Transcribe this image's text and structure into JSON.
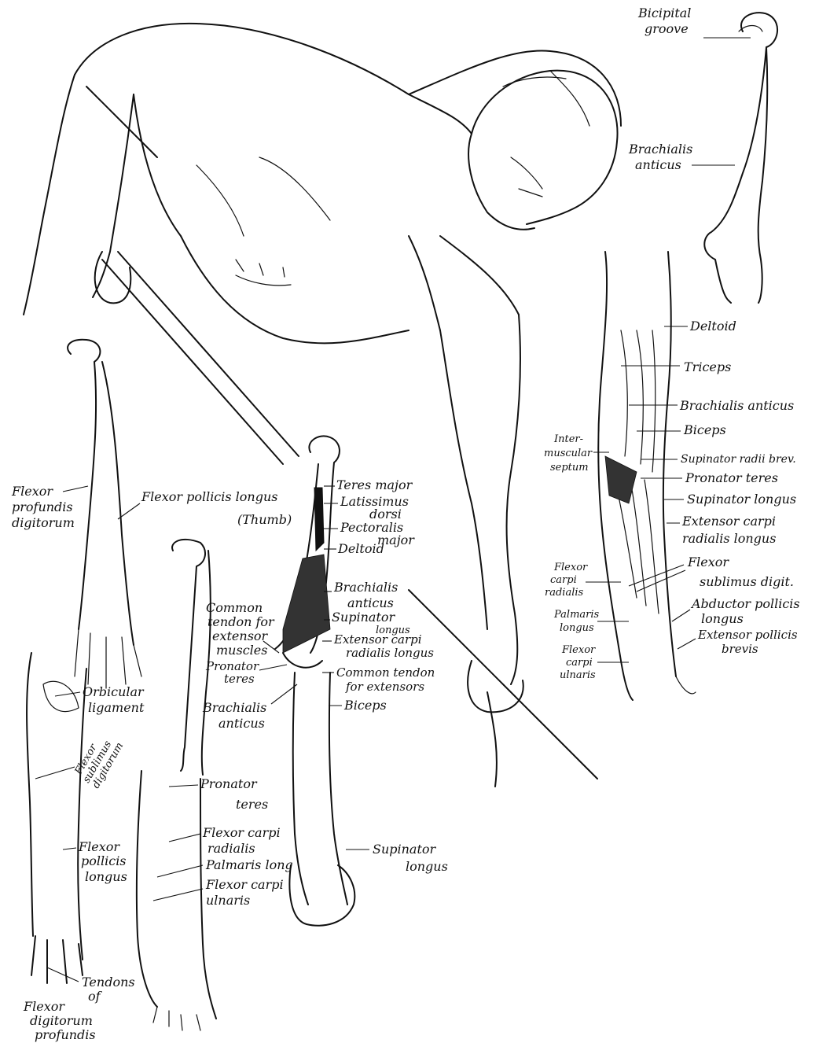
{
  "labels": {
    "bicipital_groove": [
      "Bicipital",
      "groove"
    ],
    "brachialis_anticus_top": [
      "Brachialis",
      "anticus"
    ],
    "deltoid_right": "Deltoid",
    "triceps": "Triceps",
    "brachialis_anticus_right": "Brachialis anticus",
    "biceps_right": "Biceps",
    "intermuscular_septum": [
      "Inter-",
      "muscular",
      "septum"
    ],
    "supinator_radii_brev": "Supinator radii brev.",
    "pronator_teres_right": "Pronator teres",
    "supinator_longus_right": "Supinator longus",
    "extensor_carpi_radialis_longus_right": [
      "Extensor carpi",
      "radialis longus"
    ],
    "flexor_carpi_radialis_right": [
      "Flexor",
      "carpi",
      "radialis"
    ],
    "flexor_sublimus_digit": [
      "Flexor",
      "sublimus digit."
    ],
    "palmaris_longus_right": [
      "Palmaris",
      "longus"
    ],
    "abductor_pollicis_longus": [
      "Abductor pollicis",
      "longus"
    ],
    "extensor_pollicis_brevis": [
      "Extensor pollicis",
      "brevis"
    ],
    "flexor_carpi_ulnaris_right": [
      "Flexor",
      "carpi",
      "ulnaris"
    ],
    "flexor_profundis_digitorum": [
      "Flexor",
      "profundis",
      "digitorum"
    ],
    "flexor_pollicis_longus_thumb": [
      "Flexor pollicis longus",
      "(Thumb)"
    ],
    "teres_major": "Teres major",
    "latissimus_dorsi": [
      "Latissimus",
      "dorsi"
    ],
    "pectoralis_major": [
      "Pectoralis",
      "major"
    ],
    "deltoid_center": "Deltoid",
    "brachialis_anticus_center": [
      "Brachialis",
      "anticus"
    ],
    "supinator_longus_center": [
      "Supinator",
      "longus"
    ],
    "extensor_carpi_radialis_longus_center": [
      "Extensor carpi",
      "radialis longus"
    ],
    "common_tendon_extensor_muscles": [
      "Common",
      "tendon for",
      "extensor",
      "muscles"
    ],
    "pronator_teres_center": [
      "Pronator",
      "teres"
    ],
    "common_tendon_extensors": [
      "Common tendon",
      "for extensors"
    ],
    "brachialis_anticus_lower": [
      "Brachialis",
      "anticus"
    ],
    "biceps_center": "Biceps",
    "orbicular_ligament": [
      "Orbicular",
      "ligament"
    ],
    "flexor_sublimus_digitorum": [
      "Flexor",
      "sublimus",
      "digitorum"
    ],
    "pronator_teres_lower": [
      "Pronator",
      "teres"
    ],
    "flexor_carpi_radialis_lower": [
      "Flexor carpi",
      "radialis"
    ],
    "palmaris_longus_lower": "Palmaris long",
    "flexor_carpi_ulnaris_lower": [
      "Flexor carpi",
      "ulnaris"
    ],
    "flexor_pollicis_longus_lower": [
      "Flexor",
      "pollicis",
      "longus"
    ],
    "supinator_longus_lower": [
      "Supinator",
      "longus"
    ],
    "tendons_of_flexor_digitorum_profundis": [
      "Tendons",
      "of",
      "Flexor",
      "digitorum",
      "profundis"
    ]
  }
}
